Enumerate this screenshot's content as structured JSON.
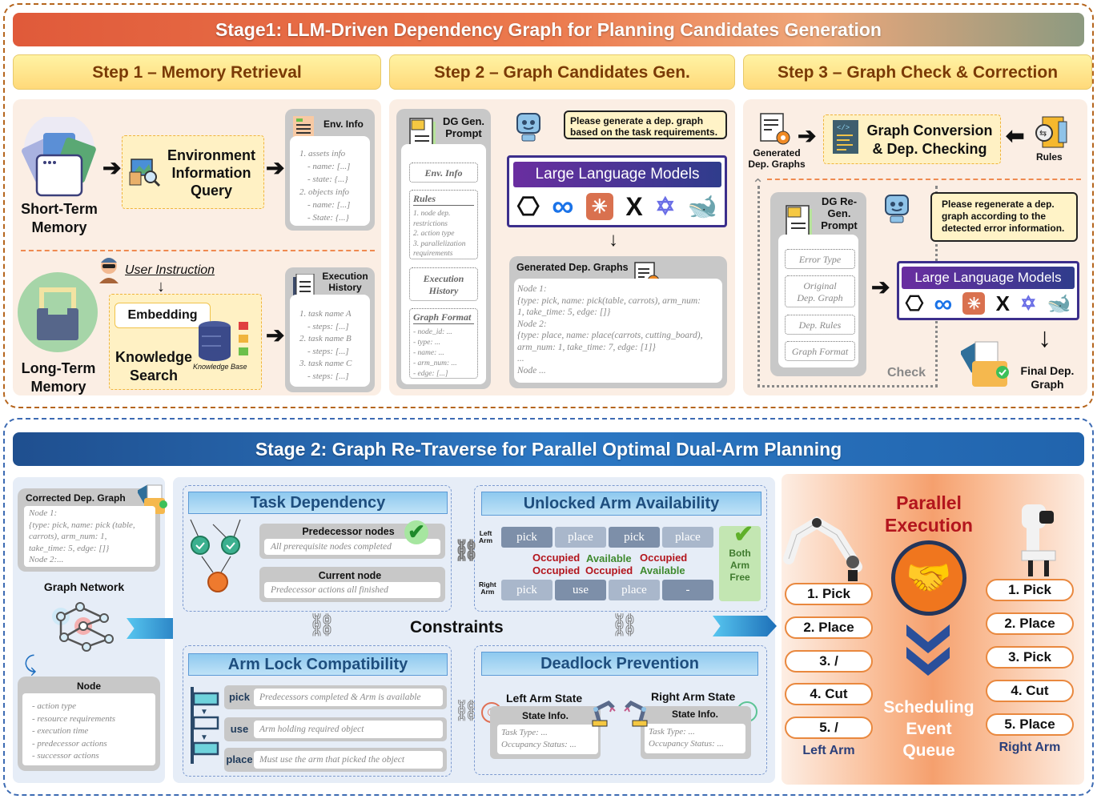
{
  "stage1": {
    "title": "Stage1: LLM-Driven Dependency Graph for  Planning Candidates Generation",
    "steps": [
      {
        "label": "Step 1 – Memory Retrieval"
      },
      {
        "label": "Step 2 – Graph Candidates Gen."
      },
      {
        "label": "Step 3 – Graph Check & Correction"
      }
    ],
    "step1": {
      "short_term_label": "Short-Term\nMemory",
      "short_term_l1": "Short-Term",
      "short_term_l2": "Memory",
      "env_query_l1": "Environment",
      "env_query_l2": "Information",
      "env_query_l3": "Query",
      "env_info": {
        "title": "Env. Info",
        "lines": [
          "1. assets info",
          "- name: [...]",
          "- state: {...}",
          "2. objects info",
          "- name: [...]",
          "- State: {...}"
        ]
      },
      "long_term_l1": "Long-Term",
      "long_term_l2": "Memory",
      "user_instruction": "User Instruction",
      "embedding": "Embedding",
      "knowledge_l1": "Knowledge",
      "knowledge_l2": "Search",
      "knowledge_base": "Knowledge Base",
      "exec_history": {
        "title_l1": "Execution",
        "title_l2": "History",
        "lines": [
          "1. task name A",
          "- steps: [...]",
          "2. task name B",
          "- steps: [...]",
          "3. task name C",
          "- steps: [...]"
        ]
      }
    },
    "step2": {
      "prompt_title_l1": "DG Gen.",
      "prompt_title_l2": "Prompt",
      "env_info": "Env. Info",
      "rules_title": "Rules",
      "rules_lines": [
        "1. node dep.",
        "restrictions",
        "2. action type",
        "3. parallelization",
        "requirements"
      ],
      "exec_l1": "Execution",
      "exec_l2": "History",
      "graph_format_title": "Graph Format",
      "graph_format_lines": [
        "- node_id: ...",
        "- type: ...",
        "- name: ...",
        "- arm_num: ...",
        "- edge: [...]"
      ],
      "speech_l1": "Please generate a dep. graph",
      "speech_l2": "based on the task requirements.",
      "llm_label": "Large Language Models",
      "llm_logos": [
        "openai-logo",
        "meta-logo",
        "claude-logo",
        "xai-logo",
        "qwen-logo",
        "deepseek-logo"
      ],
      "generated_title": "Generated Dep. Graphs",
      "generated_lines": [
        "Node 1:",
        "{type: pick, name: pick(table, carrots), arm_num:",
        "1, take_time: 5, edge: []}",
        "Node 2:",
        "{type: place, name: place(carrots, cutting_board),",
        "arm_num: 1, take_time: 7, edge: [1]}",
        "...",
        "Node ..."
      ]
    },
    "step3": {
      "generated_l1": "Generated",
      "generated_l2": "Dep. Graphs",
      "conversion_l1": "Graph Conversion",
      "conversion_l2": "& Dep. Checking",
      "rules": "Rules",
      "prompt_l1": "DG Re-",
      "prompt_l2": "Gen.",
      "prompt_l3": "Prompt",
      "items": [
        "Error Type",
        "Original",
        "Dep. Graph",
        "Dep. Rules",
        "Graph Format"
      ],
      "speech_l1": "Please regenerate a dep.",
      "speech_l2": "graph according to the",
      "speech_l3": "detected error information.",
      "llm_label": "Large Language Models",
      "check": "Check",
      "final_l1": "Final Dep.",
      "final_l2": "Graph"
    }
  },
  "stage2": {
    "title": "Stage 2: Graph Re-Traverse for Parallel Optimal Dual-Arm Planning",
    "corrected": {
      "title": "Corrected Dep. Graph",
      "lines": [
        "Node 1:",
        "{type: pick, name: pick (table,",
        "carrots), arm_num: 1,",
        "take_time: 5, edge: []}",
        "Node 2:..."
      ]
    },
    "graph_network": "Graph Network",
    "node": {
      "title": "Node",
      "lines": [
        "- action type",
        "- resource requirements",
        "- execution time",
        "- predecessor actions",
        "- successor actions"
      ]
    },
    "constraints": "Constraints",
    "task_dependency": {
      "title": "Task Dependency",
      "pred_title": "Predecessor nodes",
      "pred_text": "All prerequisite nodes completed",
      "cur_title": "Current node",
      "cur_text": "Predecessor actions all finished"
    },
    "arm_availability": {
      "title": "Unlocked Arm Availability",
      "left_label_l1": "Left",
      "left_label_l2": "Arm",
      "right_label_l1": "Right",
      "right_label_l2": "Arm",
      "left_steps": [
        "pick",
        "place",
        "pick",
        "place"
      ],
      "right_steps": [
        "pick",
        "use",
        "place",
        "-"
      ],
      "status_top": [
        "Occupied",
        "Available",
        "Occupied"
      ],
      "status_bottom": [
        "Occupied",
        "Occupied",
        "Available"
      ],
      "both_l1": "Both",
      "both_l2": "Arm",
      "both_l3": "Free"
    },
    "arm_lock": {
      "title": "Arm Lock Compatibility",
      "rows": [
        {
          "action": "pick",
          "text": "Predecessors completed & Arm is available"
        },
        {
          "action": "use",
          "text": "Arm holding required object"
        },
        {
          "action": "place",
          "text": "Must use the arm that picked the object"
        }
      ]
    },
    "deadlock": {
      "title": "Deadlock Prevention",
      "left_title": "Left Arm State",
      "right_title": "Right Arm State",
      "state_info": "State Info.",
      "task_type": "Task Type: ...",
      "occupancy": "Occupancy Status: ..."
    },
    "parallel": {
      "title_l1": "Parallel",
      "title_l2": "Execution",
      "queue_l1": "Scheduling",
      "queue_l2": "Event",
      "queue_l3": "Queue",
      "left_arm": "Left Arm",
      "right_arm": "Right Arm",
      "left_tasks": [
        "1. Pick",
        "2. Place",
        "3. /",
        "4. Cut",
        "5. /"
      ],
      "right_tasks": [
        "1. Pick",
        "2. Place",
        "3. Pick",
        "4. Cut",
        "5. Place"
      ]
    }
  },
  "colors": {
    "stage1_accent": "#e05a3a",
    "stage2_accent": "#2c78c4",
    "step_text": "#7a3a06",
    "occupied": "#b3151d",
    "available": "#3f8a2e"
  }
}
